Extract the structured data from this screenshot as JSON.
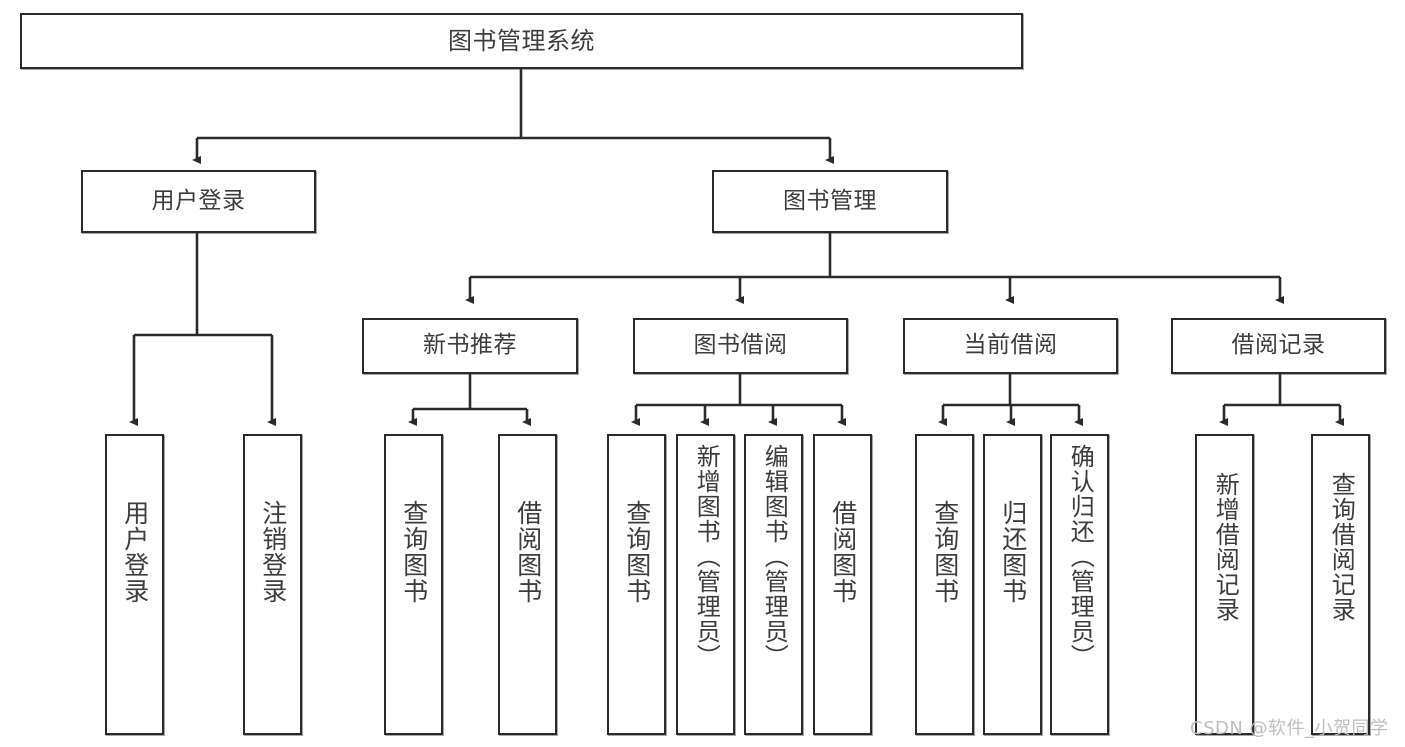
{
  "diagram": {
    "title": "图书管理系统",
    "type": "tree",
    "orientation": "top-down",
    "colors": {
      "node_border": "#2b2b2b",
      "node_fill": "#ffffff",
      "text": "#3d3d3d",
      "edge": "#2b2b2b",
      "watermark": "#bfbfbf",
      "background": "#ffffff"
    },
    "root": {
      "label": "图书管理系统"
    },
    "level2": [
      {
        "label": "用户登录"
      },
      {
        "label": "图书管理"
      }
    ],
    "level3": [
      {
        "label": "新书推荐"
      },
      {
        "label": "图书借阅"
      },
      {
        "label": "当前借阅"
      },
      {
        "label": "借阅记录"
      }
    ],
    "leaves": {
      "user_login": [
        {
          "label": "用户登录"
        },
        {
          "label": "注销登录"
        }
      ],
      "new_book_recommend": [
        {
          "label": "查询图书"
        },
        {
          "label": "借阅图书"
        }
      ],
      "book_borrow": [
        {
          "label": "查询图书"
        },
        {
          "label": "新增图书（管理员）"
        },
        {
          "label": "编辑图书（管理员）"
        },
        {
          "label": "借阅图书"
        }
      ],
      "current_borrow": [
        {
          "label": "查询图书"
        },
        {
          "label": "归还图书"
        },
        {
          "label": "确认归还（管理员）"
        }
      ],
      "borrow_record": [
        {
          "label": "新增借阅记录"
        },
        {
          "label": "查询借阅记录"
        }
      ]
    }
  },
  "watermark": {
    "text": "CSDN @软件_小贺同学"
  }
}
